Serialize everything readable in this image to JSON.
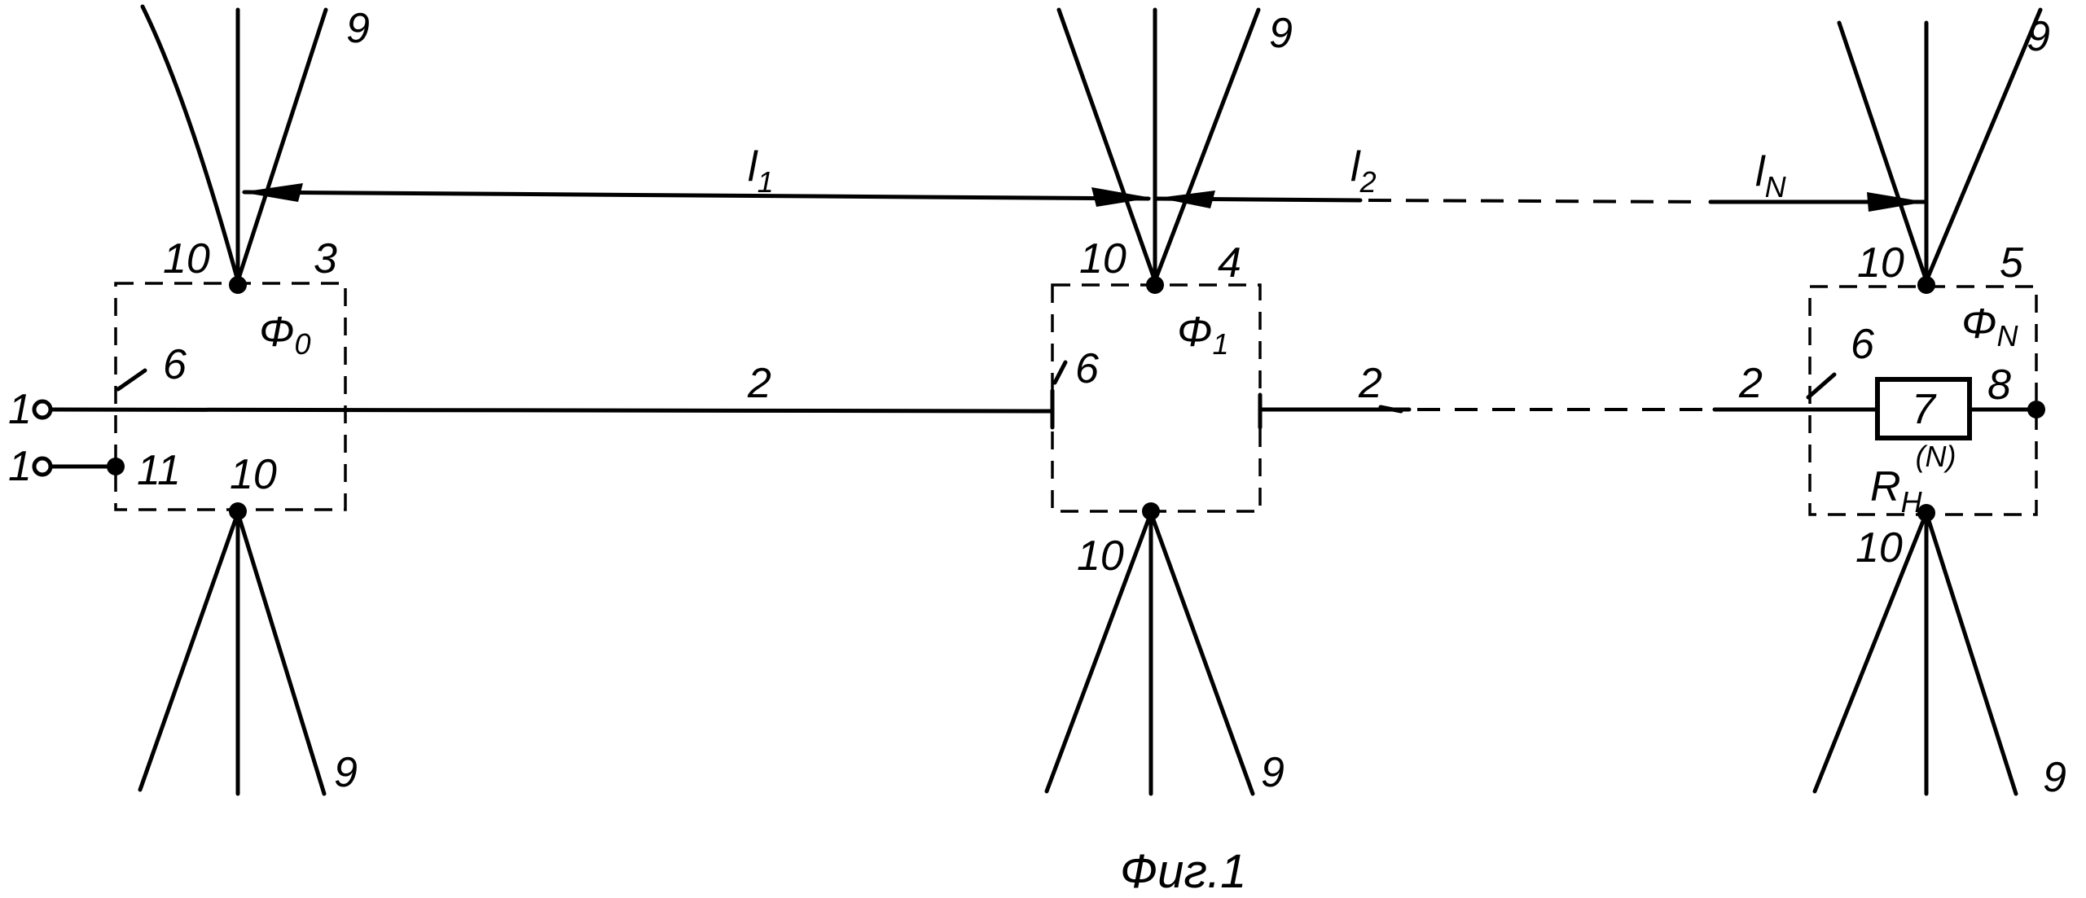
{
  "terminal_label": "1",
  "dims": {
    "l1": "l",
    "l1_sub": "1",
    "l2": "l",
    "l2_sub": "2",
    "lN": "l",
    "lN_sub": "N"
  },
  "filters": [
    {
      "number": "3",
      "name": "Φ",
      "name_sub": "0"
    },
    {
      "number": "4",
      "name": "Φ",
      "name_sub": "1"
    },
    {
      "number": "5",
      "name": "Φ",
      "name_sub": "N"
    }
  ],
  "labels": {
    "line": "2",
    "branch": "6",
    "resistor": "7",
    "end": "8",
    "antenna": "9",
    "node": "10",
    "ground": "11"
  },
  "resistor": {
    "symbol": "R",
    "sub": "H",
    "sup": "(N)"
  },
  "caption": "Фиг.1"
}
